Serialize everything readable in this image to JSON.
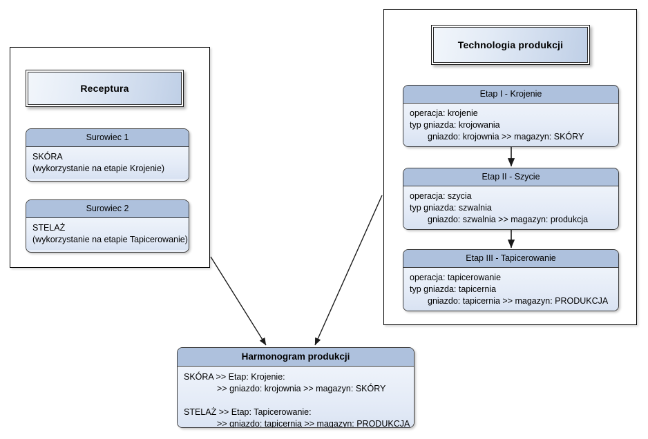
{
  "diagram": {
    "left_panel": {
      "title": "Receptura",
      "cards": [
        {
          "header": "Surowiec 1",
          "lines": [
            "SKÓRA",
            "(wykorzystanie na etapie Krojenie)"
          ]
        },
        {
          "header": "Surowiec 2",
          "lines": [
            "STELAŻ",
            "(wykorzystanie na etapie Tapicerowanie)"
          ]
        }
      ]
    },
    "right_panel": {
      "title": "Technologia produkcji",
      "cards": [
        {
          "header": "Etap I - Krojenie",
          "lines": [
            "operacja: krojenie",
            "typ gniazda: krojowania",
            "gniazdo: krojownia >> magazyn: SKÓRY"
          ]
        },
        {
          "header": "Etap II - Szycie",
          "lines": [
            "operacja: szycia",
            "typ gniazda: szwalnia",
            "gniazdo: szwalnia >> magazyn: produkcja"
          ]
        },
        {
          "header": "Etap III - Tapicerowanie",
          "lines": [
            "operacja: tapicerowanie",
            "typ gniazda: tapicernia",
            "gniazdo: tapicernia >> magazyn: PRODUKCJA"
          ]
        }
      ]
    },
    "result_card": {
      "header": "Harmonogram produkcji",
      "lines": [
        "SKÓRA >> Etap: Krojenie:",
        ">> gniazdo: krojownia >> magazyn: SKÓRY",
        "",
        "STELAŻ >> Etap: Tapicerowanie:",
        ">> gniazdo: tapicernia >> magazyn: PRODUKCJA"
      ]
    },
    "colors": {
      "header_blue": "#aec1dd",
      "body_light": "#e8eef8",
      "border": "#3a3a3a",
      "connector": "#1a1a1a",
      "background": "#ffffff"
    }
  }
}
